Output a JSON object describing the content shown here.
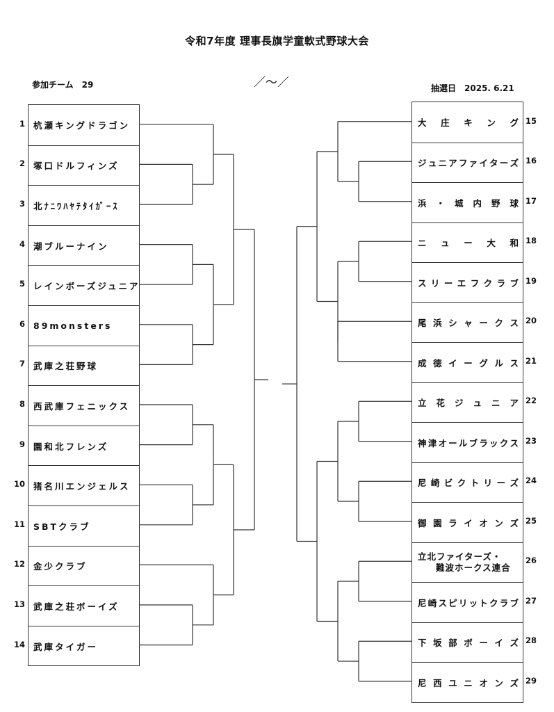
{
  "header": {
    "title": "令和7年度 理事長旗学童軟式野球大会",
    "participants": "参加チーム　29",
    "date_slot": "／～／",
    "draw_date": "抽選日　2025. 6.21"
  },
  "left_teams": [
    {
      "no": "1",
      "name": "杭瀬キングドラゴン"
    },
    {
      "no": "2",
      "name": "塚口ドルフィンズ"
    },
    {
      "no": "3",
      "name": "北ﾅﾆﾜﾊﾔﾃﾀｲｶﾞｰｽ"
    },
    {
      "no": "4",
      "name": "潮ブルーナイン"
    },
    {
      "no": "5",
      "name": "レインボーズジュニア"
    },
    {
      "no": "6",
      "name": "89monsters"
    },
    {
      "no": "7",
      "name": "武庫之荘野球"
    },
    {
      "no": "8",
      "name": "西武庫フェニックス"
    },
    {
      "no": "9",
      "name": "園和北フレンズ"
    },
    {
      "no": "10",
      "name": "猪名川エンジェルス"
    },
    {
      "no": "11",
      "name": "SBTクラブ"
    },
    {
      "no": "12",
      "name": "金少クラブ"
    },
    {
      "no": "13",
      "name": "武庫之荘ボーイズ"
    },
    {
      "no": "14",
      "name": "武庫タイガー"
    }
  ],
  "right_teams": [
    {
      "no": "15",
      "name": "大庄キング"
    },
    {
      "no": "16",
      "name": "ジュニアファイターズ"
    },
    {
      "no": "17",
      "name": "浜・城内野球"
    },
    {
      "no": "18",
      "name": "ニュー大和"
    },
    {
      "no": "19",
      "name": "スリーエフクラブ"
    },
    {
      "no": "20",
      "name": "尾浜シャークス"
    },
    {
      "no": "21",
      "name": "成徳イーグルス"
    },
    {
      "no": "22",
      "name": "立花ジュニア"
    },
    {
      "no": "23",
      "name": "神津オールブラックス"
    },
    {
      "no": "24",
      "name": "尼崎ビクトリーズ"
    },
    {
      "no": "25",
      "name": "御園ライオンズ"
    },
    {
      "no": "26",
      "name": "立北ファイターズ・",
      "name2": "難波ホークス連合"
    },
    {
      "no": "27",
      "name": "尼崎スピリットクラブ"
    },
    {
      "no": "28",
      "name": "下坂部ボーイズ"
    },
    {
      "no": "29",
      "name": "尼西ユニオンズ"
    }
  ]
}
